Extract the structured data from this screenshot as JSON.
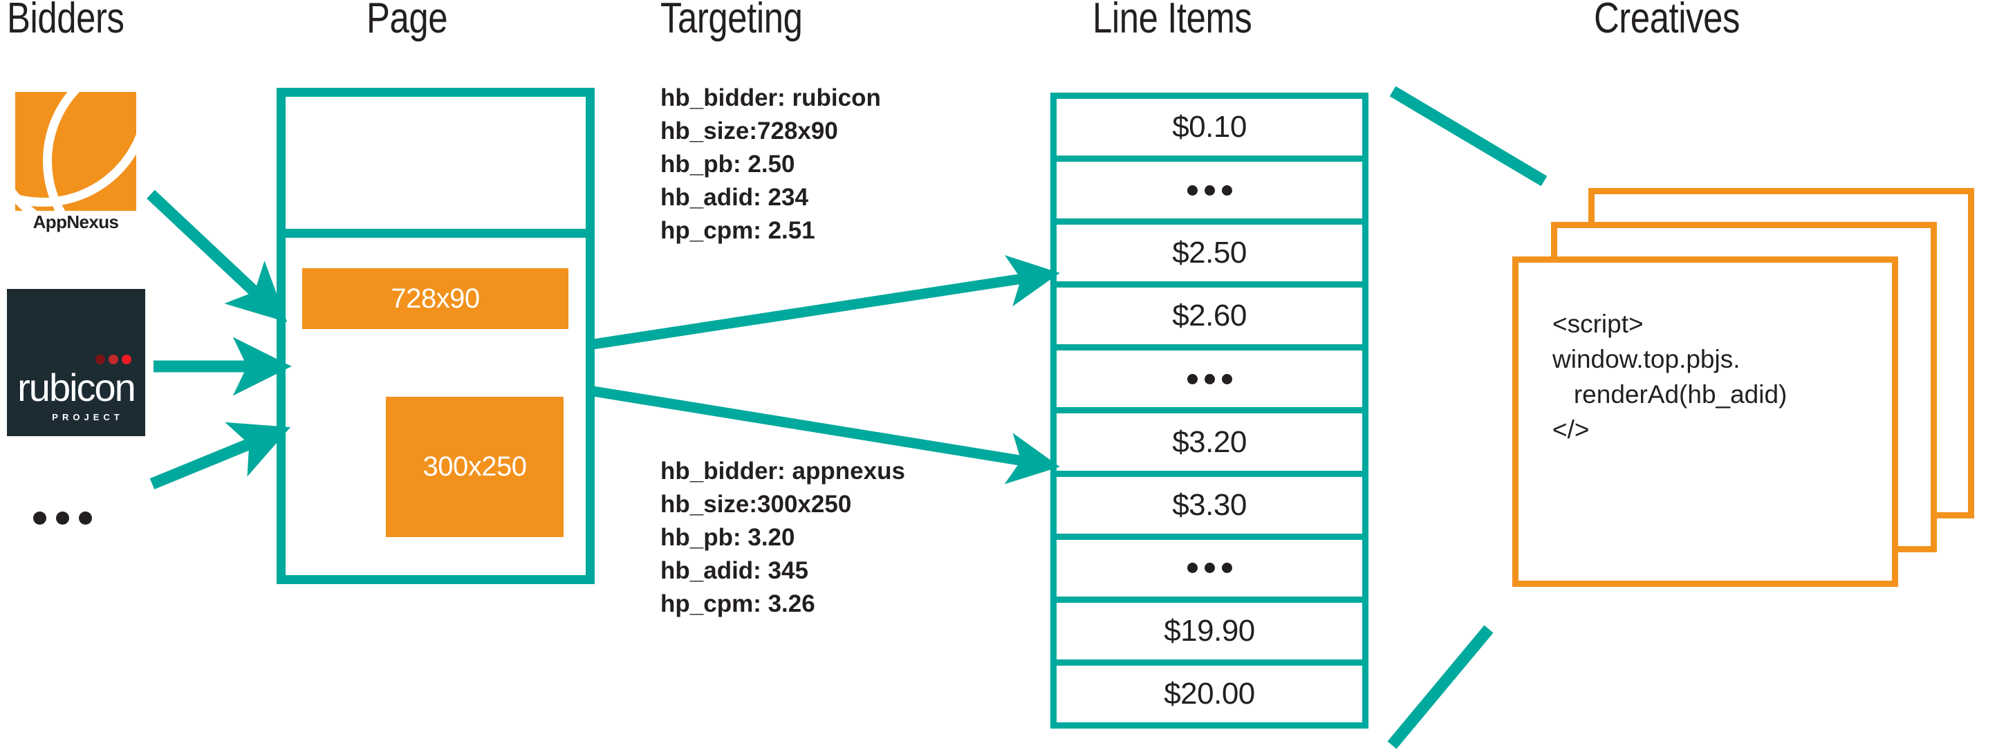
{
  "columns": [
    {
      "id": "bidders",
      "label": "Bidders"
    },
    {
      "id": "page",
      "label": "Page"
    },
    {
      "id": "targeting",
      "label": "Targeting"
    },
    {
      "id": "lineitems",
      "label": "Line Items"
    },
    {
      "id": "creatives",
      "label": "Creatives"
    }
  ],
  "colors": {
    "teal": "#00a99d",
    "orange": "#F2921D",
    "dark": "#231f20",
    "rubicon_bg": "#1d2b33",
    "dot_dark_red": "#7d1416",
    "dot_mid_red": "#c1292b",
    "dot_bright_red": "#ed1c24",
    "white": "#ffffff"
  },
  "bidders": {
    "appnexus": {
      "name": "AppNexus",
      "logo_icon": "appnexus-logo-icon"
    },
    "rubicon": {
      "name": "rubicon",
      "tagline": "PROJECT",
      "logo_icon": "rubicon-project-logo-icon"
    },
    "more_indicator": "•••"
  },
  "page": {
    "ad_slots": [
      {
        "id": "banner",
        "label": "728x90"
      },
      {
        "id": "mrec",
        "label": "300x250"
      }
    ]
  },
  "targeting": {
    "blocks": [
      {
        "id": "rubicon-targeting",
        "lines": [
          "hb_bidder: rubicon",
          "hb_size:728x90",
          "hb_pb: 2.50",
          "hb_adid: 234",
          "hp_cpm: 2.51"
        ],
        "keys": {
          "hb_bidder": "rubicon",
          "hb_size": "728x90",
          "hb_pb": "2.50",
          "hb_adid": "234",
          "hp_cpm": "2.51"
        }
      },
      {
        "id": "appnexus-targeting",
        "lines": [
          "hb_bidder: appnexus",
          "hb_size:300x250",
          "hb_pb: 3.20",
          "hb_adid: 345",
          "hp_cpm: 3.26"
        ],
        "keys": {
          "hb_bidder": "appnexus",
          "hb_size": "300x250",
          "hb_pb": "3.20",
          "hb_adid": "345",
          "hp_cpm": "3.26"
        }
      }
    ]
  },
  "line_items": {
    "rows": [
      {
        "type": "value",
        "label": "$0.10",
        "highlighted": false
      },
      {
        "type": "ellipsis",
        "label": "•••",
        "highlighted": false
      },
      {
        "type": "value",
        "label": "$2.50",
        "highlighted": true
      },
      {
        "type": "value",
        "label": "$2.60",
        "highlighted": false
      },
      {
        "type": "ellipsis",
        "label": "•••",
        "highlighted": false
      },
      {
        "type": "value",
        "label": "$3.20",
        "highlighted": true
      },
      {
        "type": "value",
        "label": "$3.30",
        "highlighted": false
      },
      {
        "type": "ellipsis",
        "label": "•••",
        "highlighted": false
      },
      {
        "type": "value",
        "label": "$19.90",
        "highlighted": false
      },
      {
        "type": "value",
        "label": "$20.00",
        "highlighted": false
      }
    ]
  },
  "creatives": {
    "card_count": 3,
    "code": "<script>\nwindow.top.pbjs.\n   renderAd(hb_adid)\n</>"
  }
}
